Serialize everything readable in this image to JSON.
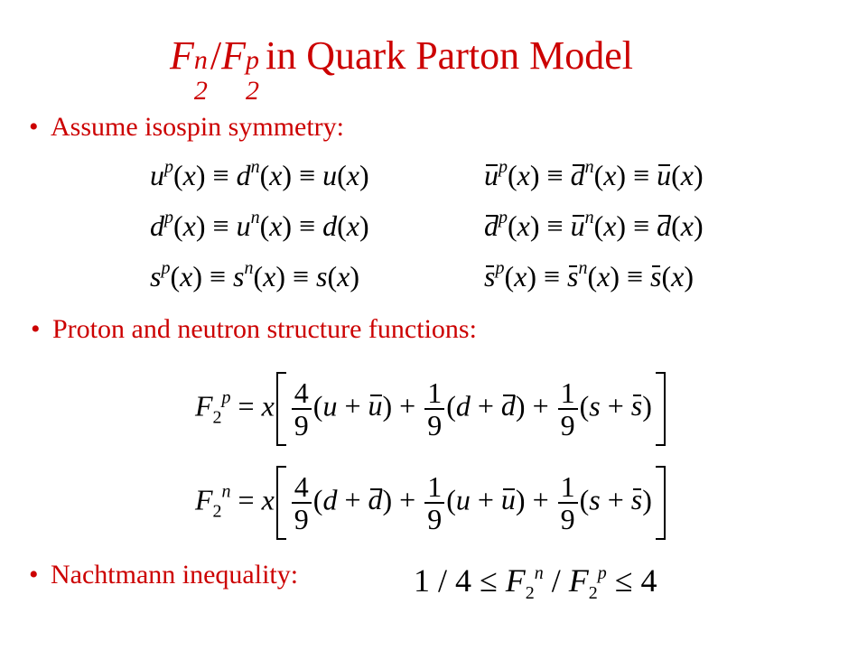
{
  "title": {
    "F1": "F",
    "sub1": "2",
    "sup1": "n",
    "slash": "/",
    "F2": "F",
    "sub2": "2",
    "sup2": "p",
    "rest": "in Quark Parton Model"
  },
  "bullets": {
    "symbol": "•",
    "isospin": "Assume isospin symmetry:",
    "structure": "Proton and neutron structure functions:",
    "nachtmann": "Nachtmann inequality:"
  },
  "colors": {
    "accent": "#cc0000",
    "text": "#000000",
    "background": "#ffffff"
  },
  "isospin_equations": {
    "left": [
      "u^p(x) ≡ d^n(x) ≡ u(x)",
      "d^p(x) ≡ u^n(x) ≡ d(x)",
      "s^p(x) ≡ s^n(x) ≡ s(x)"
    ],
    "right": [
      "ū^p(x) ≡ d̄^n(x) ≡ ū(x)",
      "d̄^p(x) ≡ ū^n(x) ≡ d̄(x)",
      "s̄^p(x) ≡ s̄^n(x) ≡ s̄(x)"
    ]
  },
  "structure_equations": {
    "proton": "F2^p = x[4/9(u+ū) + 1/9(d+d̄) + 1/9(s+s̄)]",
    "neutron": "F2^n = x[4/9(d+d̄) + 1/9(u+ū) + 1/9(s+s̄)]"
  },
  "nachtmann_equation": "1/4 ≤ F2^n / F2^p ≤ 4"
}
